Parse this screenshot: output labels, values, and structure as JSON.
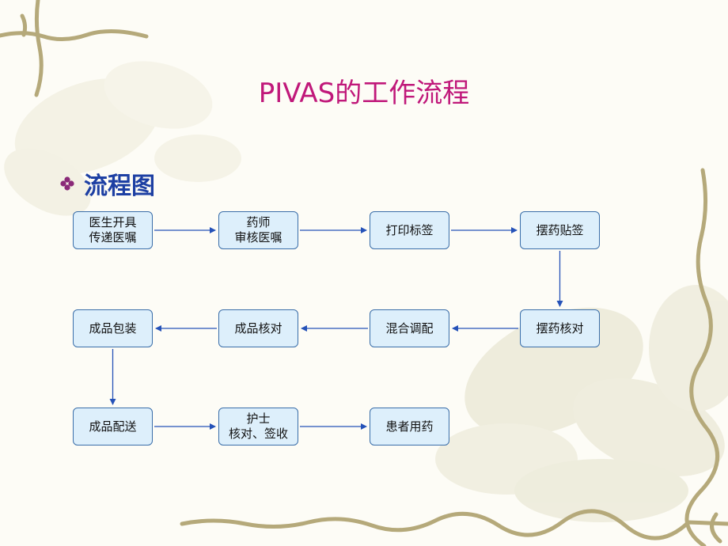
{
  "slide": {
    "title": "PIVAS的工作流程",
    "subheading": "流程图"
  },
  "colors": {
    "title": "#c0187a",
    "subheading": "#1d3fa3",
    "node_fill": "#ddeffb",
    "node_border": "#3a6ea9",
    "arrow": "#2552b8",
    "bullet": "#8a2a78"
  },
  "flowchart": {
    "nodes": [
      {
        "id": "n1",
        "lines": [
          "医生开具",
          "传递医嘱"
        ]
      },
      {
        "id": "n2",
        "lines": [
          "药师",
          "审核医嘱"
        ]
      },
      {
        "id": "n3",
        "lines": [
          "打印标签"
        ]
      },
      {
        "id": "n4",
        "lines": [
          "摆药贴签"
        ]
      },
      {
        "id": "n5",
        "lines": [
          "摆药核对"
        ]
      },
      {
        "id": "n6",
        "lines": [
          "混合调配"
        ]
      },
      {
        "id": "n7",
        "lines": [
          "成品核对"
        ]
      },
      {
        "id": "n8",
        "lines": [
          "成品包装"
        ]
      },
      {
        "id": "n9",
        "lines": [
          "成品配送"
        ]
      },
      {
        "id": "n10",
        "lines": [
          "护士",
          "核对、签收"
        ]
      },
      {
        "id": "n11",
        "lines": [
          "患者用药"
        ]
      }
    ],
    "edges": [
      {
        "from": "n1",
        "to": "n2"
      },
      {
        "from": "n2",
        "to": "n3"
      },
      {
        "from": "n3",
        "to": "n4"
      },
      {
        "from": "n4",
        "to": "n5"
      },
      {
        "from": "n5",
        "to": "n6"
      },
      {
        "from": "n6",
        "to": "n7"
      },
      {
        "from": "n7",
        "to": "n8"
      },
      {
        "from": "n8",
        "to": "n9"
      },
      {
        "from": "n9",
        "to": "n10"
      },
      {
        "from": "n10",
        "to": "n11"
      }
    ]
  }
}
